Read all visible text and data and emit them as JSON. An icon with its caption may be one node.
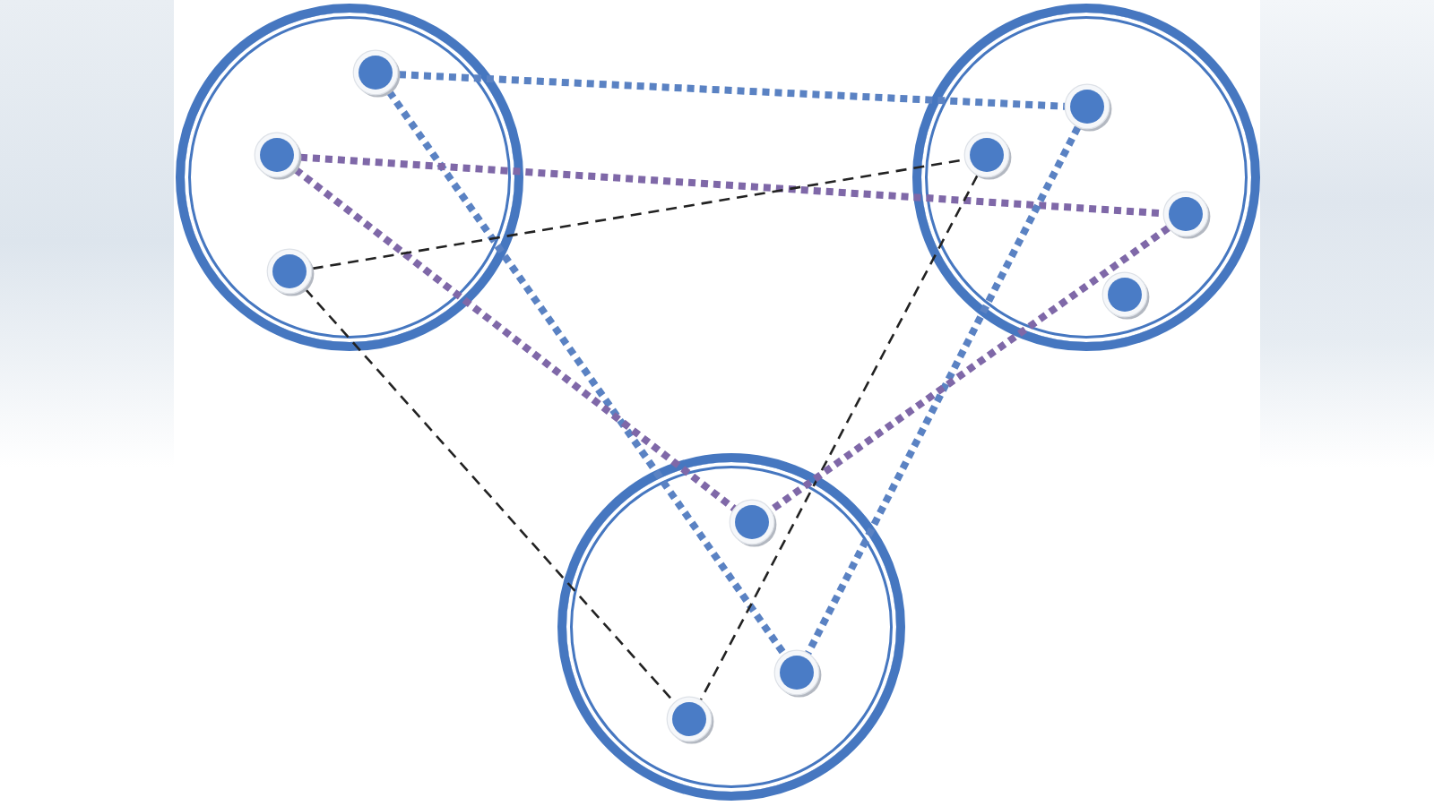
{
  "diagram": {
    "nodes": [
      {
        "text": [],
        "shape": "circle"
      },
      {
        "text": [],
        "shape": "circle",
        "in": 0
      },
      {
        "text": [],
        "shape": "circle",
        "in": 0
      },
      {
        "text": [],
        "shape": "circle",
        "in": 0
      },
      {
        "text": [],
        "shape": "circle"
      },
      {
        "text": [],
        "shape": "circle",
        "in": 4
      },
      {
        "text": [],
        "shape": "circle",
        "in": 4
      },
      {
        "text": [],
        "shape": "circle",
        "in": 4
      },
      {
        "text": [],
        "shape": "circle",
        "in": 4
      },
      {
        "text": [],
        "shape": "circle"
      },
      {
        "text": [],
        "shape": "circle",
        "in": 9
      },
      {
        "text": [],
        "shape": "circle",
        "in": 9
      },
      {
        "text": [],
        "shape": "circle",
        "in": 9
      }
    ],
    "edges": [
      {
        "from": 1,
        "to": 5,
        "arrow": "none",
        "color": "#5a82c3"
      },
      {
        "from": 1,
        "to": 11,
        "arrow": "none",
        "color": "#5a82c3"
      },
      {
        "from": 2,
        "to": 7,
        "arrow": "none",
        "color": "#7f68a8"
      },
      {
        "from": 2,
        "to": 10,
        "arrow": "none",
        "color": "#7f68a8"
      },
      {
        "from": 3,
        "to": 6,
        "arrow": "none",
        "style": "dashed",
        "color": "#222222"
      },
      {
        "from": 3,
        "to": 12,
        "arrow": "none",
        "style": "dashed",
        "color": "#222222"
      },
      {
        "from": 5,
        "to": 11,
        "arrow": "none",
        "color": "#5a82c3"
      },
      {
        "from": 6,
        "to": 12,
        "arrow": "none",
        "style": "dashed",
        "color": "#222222"
      },
      {
        "from": 7,
        "to": 10,
        "arrow": "none",
        "color": "#7f68a8"
      }
    ]
  }
}
